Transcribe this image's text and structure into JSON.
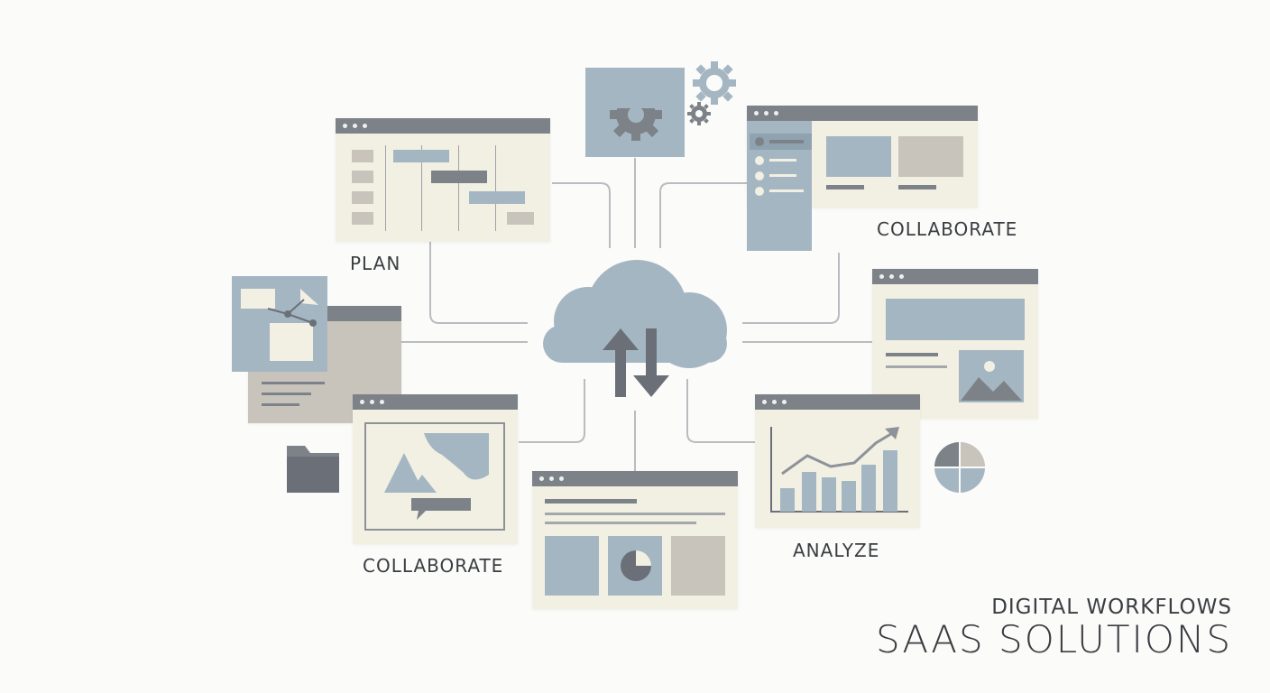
{
  "labels": {
    "plan": "PLAN",
    "collaborate_top": "COLLABORATE",
    "collaborate_bottom": "COLLABORATE",
    "analyze": "ANALYZE"
  },
  "branding": {
    "subtitle": "DIGITAL WORKFLOWS",
    "title": "SAAS SOLUTIONS"
  },
  "colors": {
    "background": "#fbfbf9",
    "window_fill": "#f2efe3",
    "title_bar": "#7d8289",
    "accent_blue": "#a5b6c3",
    "accent_gray": "#c8c4bc",
    "connector": "#b9bcc0",
    "text": "#3a3d42"
  },
  "icons": [
    "cloud-sync-icon",
    "gear-icon",
    "folder-icon",
    "pie-chart-icon",
    "image-icon",
    "bar-chart-icon",
    "speech-bubble-icon",
    "flowchart-icon"
  ]
}
